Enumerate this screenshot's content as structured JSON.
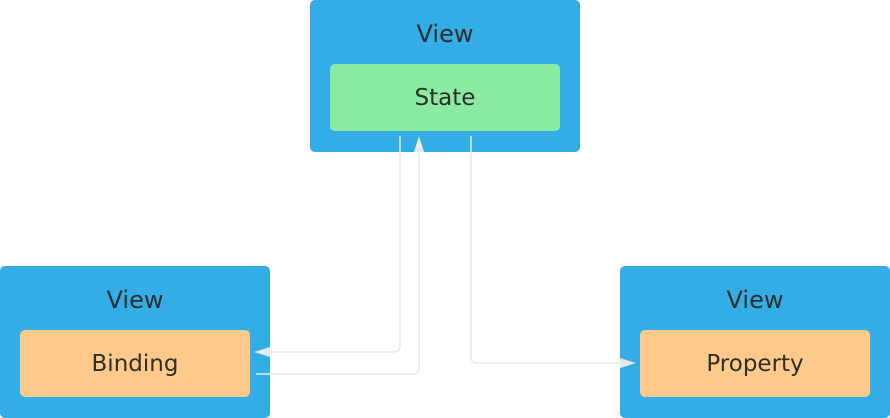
{
  "colors": {
    "view_box": "#33ade6",
    "state": "#8beba3",
    "binding": "#ffc98a",
    "property": "#ffc98a",
    "connector": "#e9e9e9",
    "text": "#2e2e2e"
  },
  "nodes": {
    "top_view": {
      "title": "View",
      "inner": "State"
    },
    "left_view": {
      "title": "View",
      "inner": "Binding"
    },
    "right_view": {
      "title": "View",
      "inner": "Property"
    }
  },
  "edges": [
    {
      "from": "State",
      "to": "Binding"
    },
    {
      "from": "Binding",
      "to": "State"
    },
    {
      "from": "State",
      "to": "Property"
    }
  ]
}
